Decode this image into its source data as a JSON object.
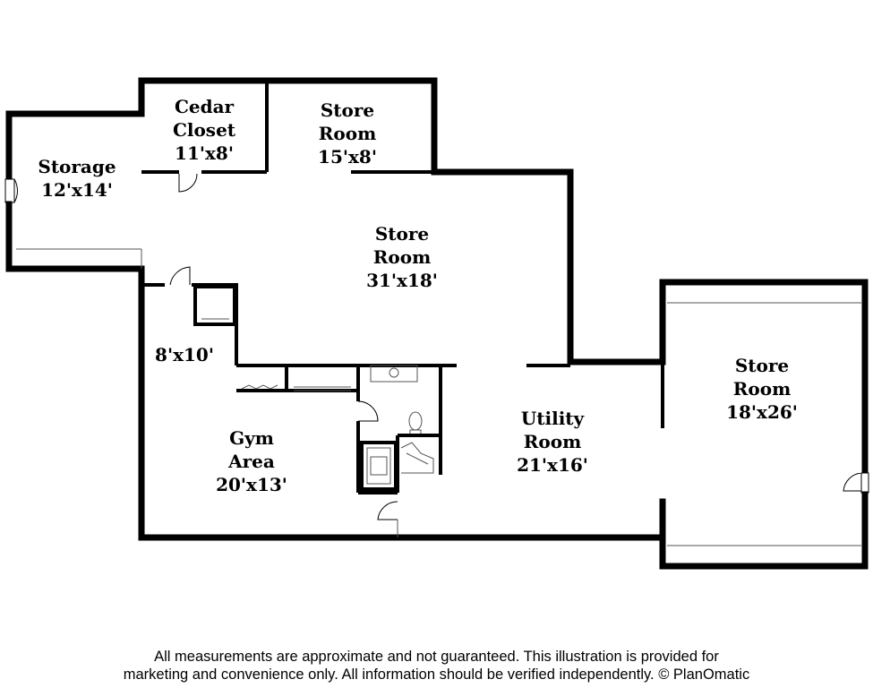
{
  "rooms": {
    "cedar_closet": {
      "name_line1": "Cedar",
      "name_line2": "Closet",
      "size": "11'x8'"
    },
    "store_room_small": {
      "name_line1": "Store",
      "name_line2": "Room",
      "size": "15'x8'"
    },
    "storage": {
      "name": "Storage",
      "size": "12'x14'"
    },
    "store_room_main": {
      "name_line1": "Store",
      "name_line2": "Room",
      "size": "31'x18'"
    },
    "small_room": {
      "size": "8'x10'"
    },
    "gym_area": {
      "name_line1": "Gym",
      "name_line2": "Area",
      "size": "20'x13'"
    },
    "utility_room": {
      "name_line1": "Utility",
      "name_line2": "Room",
      "size": "21'x16'"
    },
    "store_room_right": {
      "name_line1": "Store",
      "name_line2": "Room",
      "size": "18'x26'"
    }
  },
  "disclaimer": {
    "line1": "All measurements are approximate and not guaranteed. This illustration is provided for",
    "line2": "marketing and convenience only. All information should be verified independently. © PlanOmatic"
  }
}
